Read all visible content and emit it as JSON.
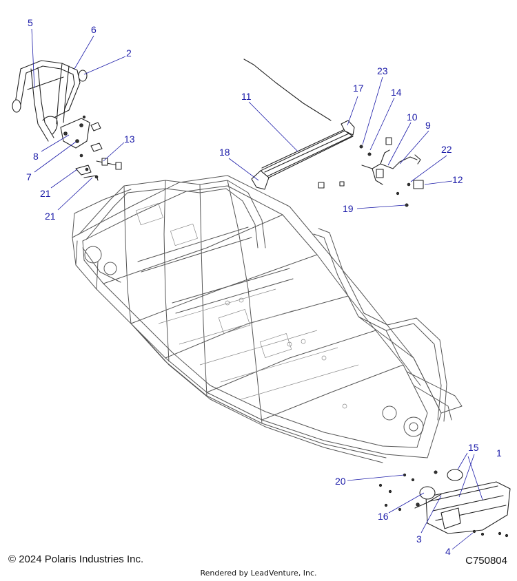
{
  "callouts": [
    "1",
    "2",
    "3",
    "4",
    "5",
    "6",
    "7",
    "8",
    "9",
    "10",
    "11",
    "12",
    "13",
    "14",
    "15",
    "16",
    "17",
    "18",
    "19",
    "20",
    "21",
    "22",
    "23"
  ],
  "callout_color": "#1a1aa8",
  "footer": {
    "copyright": "© 2024 Polaris Industries Inc.",
    "drawing_code": "C750804",
    "rendered_by": "Rendered by LeadVenture, Inc."
  }
}
